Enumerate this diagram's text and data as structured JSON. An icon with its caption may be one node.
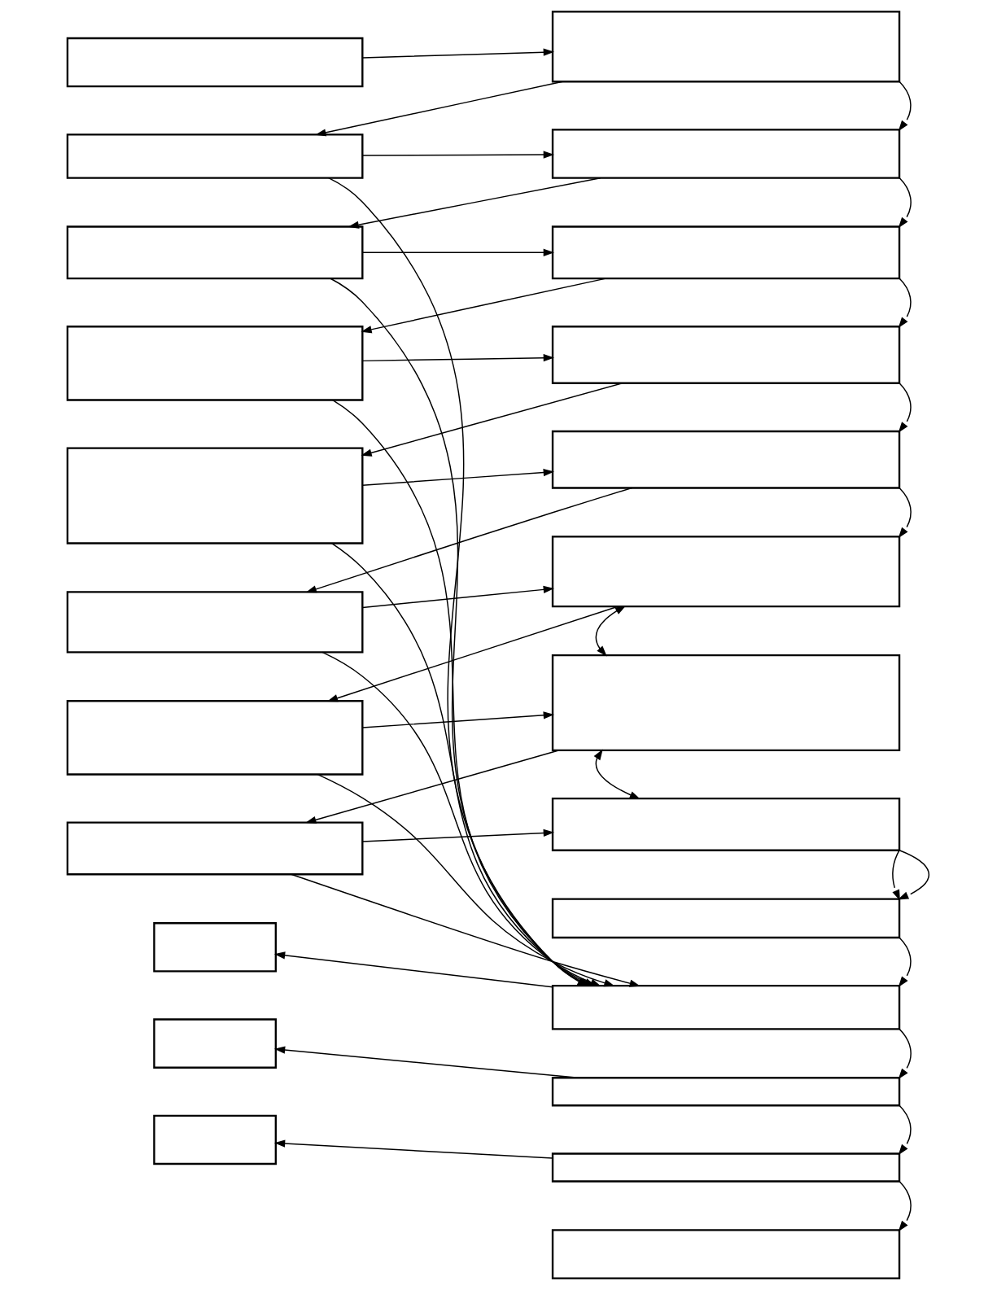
{
  "diagram": {
    "nodes": [
      {
        "text": [],
        "shape": "box"
      },
      {
        "text": [],
        "shape": "box"
      },
      {
        "text": [],
        "shape": "box"
      },
      {
        "text": [],
        "shape": "box"
      },
      {
        "text": [],
        "shape": "box"
      },
      {
        "text": [],
        "shape": "box"
      },
      {
        "text": [],
        "shape": "box"
      },
      {
        "text": [],
        "shape": "box"
      },
      {
        "text": [],
        "shape": "box"
      },
      {
        "text": [],
        "shape": "box"
      },
      {
        "text": [],
        "shape": "box"
      },
      {
        "text": [],
        "shape": "box"
      },
      {
        "text": [],
        "shape": "box"
      },
      {
        "text": [],
        "shape": "box"
      },
      {
        "text": [],
        "shape": "box"
      },
      {
        "text": [],
        "shape": "box"
      },
      {
        "text": [],
        "shape": "box"
      },
      {
        "text": [],
        "shape": "box"
      },
      {
        "text": [],
        "shape": "box"
      },
      {
        "text": [],
        "shape": "box"
      },
      {
        "text": [],
        "shape": "box"
      },
      {
        "text": [],
        "shape": "box"
      },
      {
        "text": [],
        "shape": "box"
      },
      {
        "text": [],
        "shape": "box"
      }
    ],
    "edges": [
      {
        "from": 0,
        "to": 8,
        "arrow": "to"
      },
      {
        "from": 8,
        "to": 1,
        "arrow": "to"
      },
      {
        "from": 1,
        "to": 9,
        "arrow": "to"
      },
      {
        "from": 9,
        "to": 2,
        "arrow": "to"
      },
      {
        "from": 2,
        "to": 10,
        "arrow": "to"
      },
      {
        "from": 10,
        "to": 3,
        "arrow": "to"
      },
      {
        "from": 3,
        "to": 11,
        "arrow": "to"
      },
      {
        "from": 11,
        "to": 4,
        "arrow": "to"
      },
      {
        "from": 4,
        "to": 12,
        "arrow": "to"
      },
      {
        "from": 12,
        "to": 5,
        "arrow": "to"
      },
      {
        "from": 5,
        "to": 13,
        "arrow": "to"
      },
      {
        "from": 13,
        "to": 6,
        "arrow": "to"
      },
      {
        "from": 6,
        "to": 14,
        "arrow": "to"
      },
      {
        "from": 14,
        "to": 7,
        "arrow": "to"
      },
      {
        "from": 7,
        "to": 15,
        "arrow": "to"
      },
      {
        "from": 15,
        "to": 16,
        "arrow": "to"
      },
      {
        "from": 8,
        "to": 9,
        "arrow": "to"
      },
      {
        "from": 9,
        "to": 10,
        "arrow": "to"
      },
      {
        "from": 10,
        "to": 11,
        "arrow": "to"
      },
      {
        "from": 11,
        "to": 12,
        "arrow": "to"
      },
      {
        "from": 12,
        "to": 13,
        "arrow": "to"
      },
      {
        "from": 13,
        "to": 14,
        "arrow": "both"
      },
      {
        "from": 14,
        "to": 15,
        "arrow": "both"
      },
      {
        "from": 15,
        "to": 16,
        "arrow": "to"
      },
      {
        "from": 16,
        "to": 17,
        "arrow": "to"
      },
      {
        "from": 17,
        "to": 18,
        "arrow": "to"
      },
      {
        "from": 18,
        "to": 19,
        "arrow": "to"
      },
      {
        "from": 19,
        "to": 20,
        "arrow": "to"
      },
      {
        "from": 1,
        "to": 17,
        "arrow": "to"
      },
      {
        "from": 2,
        "to": 17,
        "arrow": "to"
      },
      {
        "from": 3,
        "to": 17,
        "arrow": "to"
      },
      {
        "from": 4,
        "to": 17,
        "arrow": "to"
      },
      {
        "from": 5,
        "to": 17,
        "arrow": "to"
      },
      {
        "from": 6,
        "to": 17,
        "arrow": "to"
      },
      {
        "from": 7,
        "to": 17,
        "arrow": "to"
      },
      {
        "from": 17,
        "to": 21,
        "arrow": "to"
      },
      {
        "from": 18,
        "to": 22,
        "arrow": "to"
      },
      {
        "from": 19,
        "to": 23,
        "arrow": "to"
      }
    ]
  }
}
